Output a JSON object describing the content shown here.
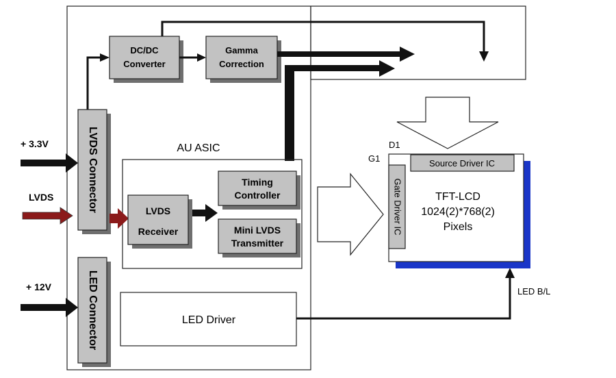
{
  "inputs": {
    "v33": "+ 3.3V",
    "lvds": "LVDS",
    "v12": "+ 12V"
  },
  "blocks": {
    "dcdc": [
      "DC/DC",
      "Converter"
    ],
    "gamma": [
      "Gamma",
      "Correction"
    ],
    "lvds_connector": "LVDS Connector",
    "led_connector": "LED Connector",
    "asic_label": "AU ASIC",
    "lvds_receiver": [
      "LVDS",
      "Receiver"
    ],
    "timing_controller": [
      "Timing",
      "Controller"
    ],
    "mini_lvds": [
      "Mini LVDS",
      "Transmitter"
    ],
    "led_driver": "LED Driver"
  },
  "panel": {
    "d1": "D1",
    "g1": "G1",
    "source_driver": "Source Driver IC",
    "gate_driver": "Gate Driver IC",
    "tft": [
      "TFT-LCD",
      "1024(2)*768(2)",
      "Pixels"
    ],
    "led_bl": "LED B/L"
  },
  "colors": {
    "block_fill": "#c2c2c2",
    "shadow": "#6f6f6f",
    "lvds_arrow": "#8b1a1a",
    "panel_shadow": "#1a36c8"
  }
}
